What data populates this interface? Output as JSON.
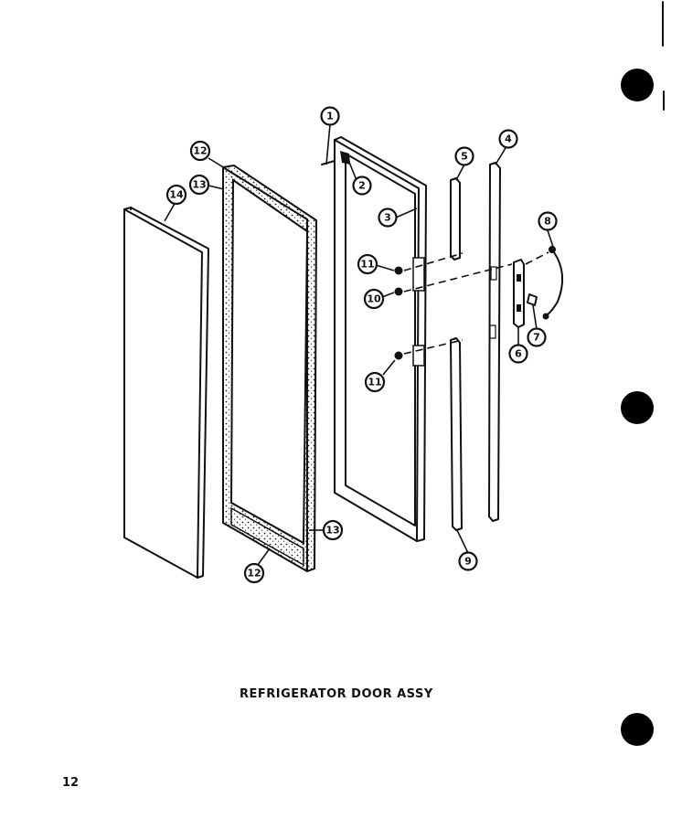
{
  "caption": "REFRIGERATOR DOOR ASSY",
  "page_number": "12",
  "callouts": {
    "c1": "1",
    "c2": "2",
    "c3": "3",
    "c4": "4",
    "c5": "5",
    "c6": "6",
    "c7": "7",
    "c8": "8",
    "c9": "9",
    "c10": "10",
    "c11a": "11",
    "c11b": "11",
    "c12a": "12",
    "c12b": "12",
    "c13a": "13",
    "c13b": "13",
    "c14": "14"
  }
}
